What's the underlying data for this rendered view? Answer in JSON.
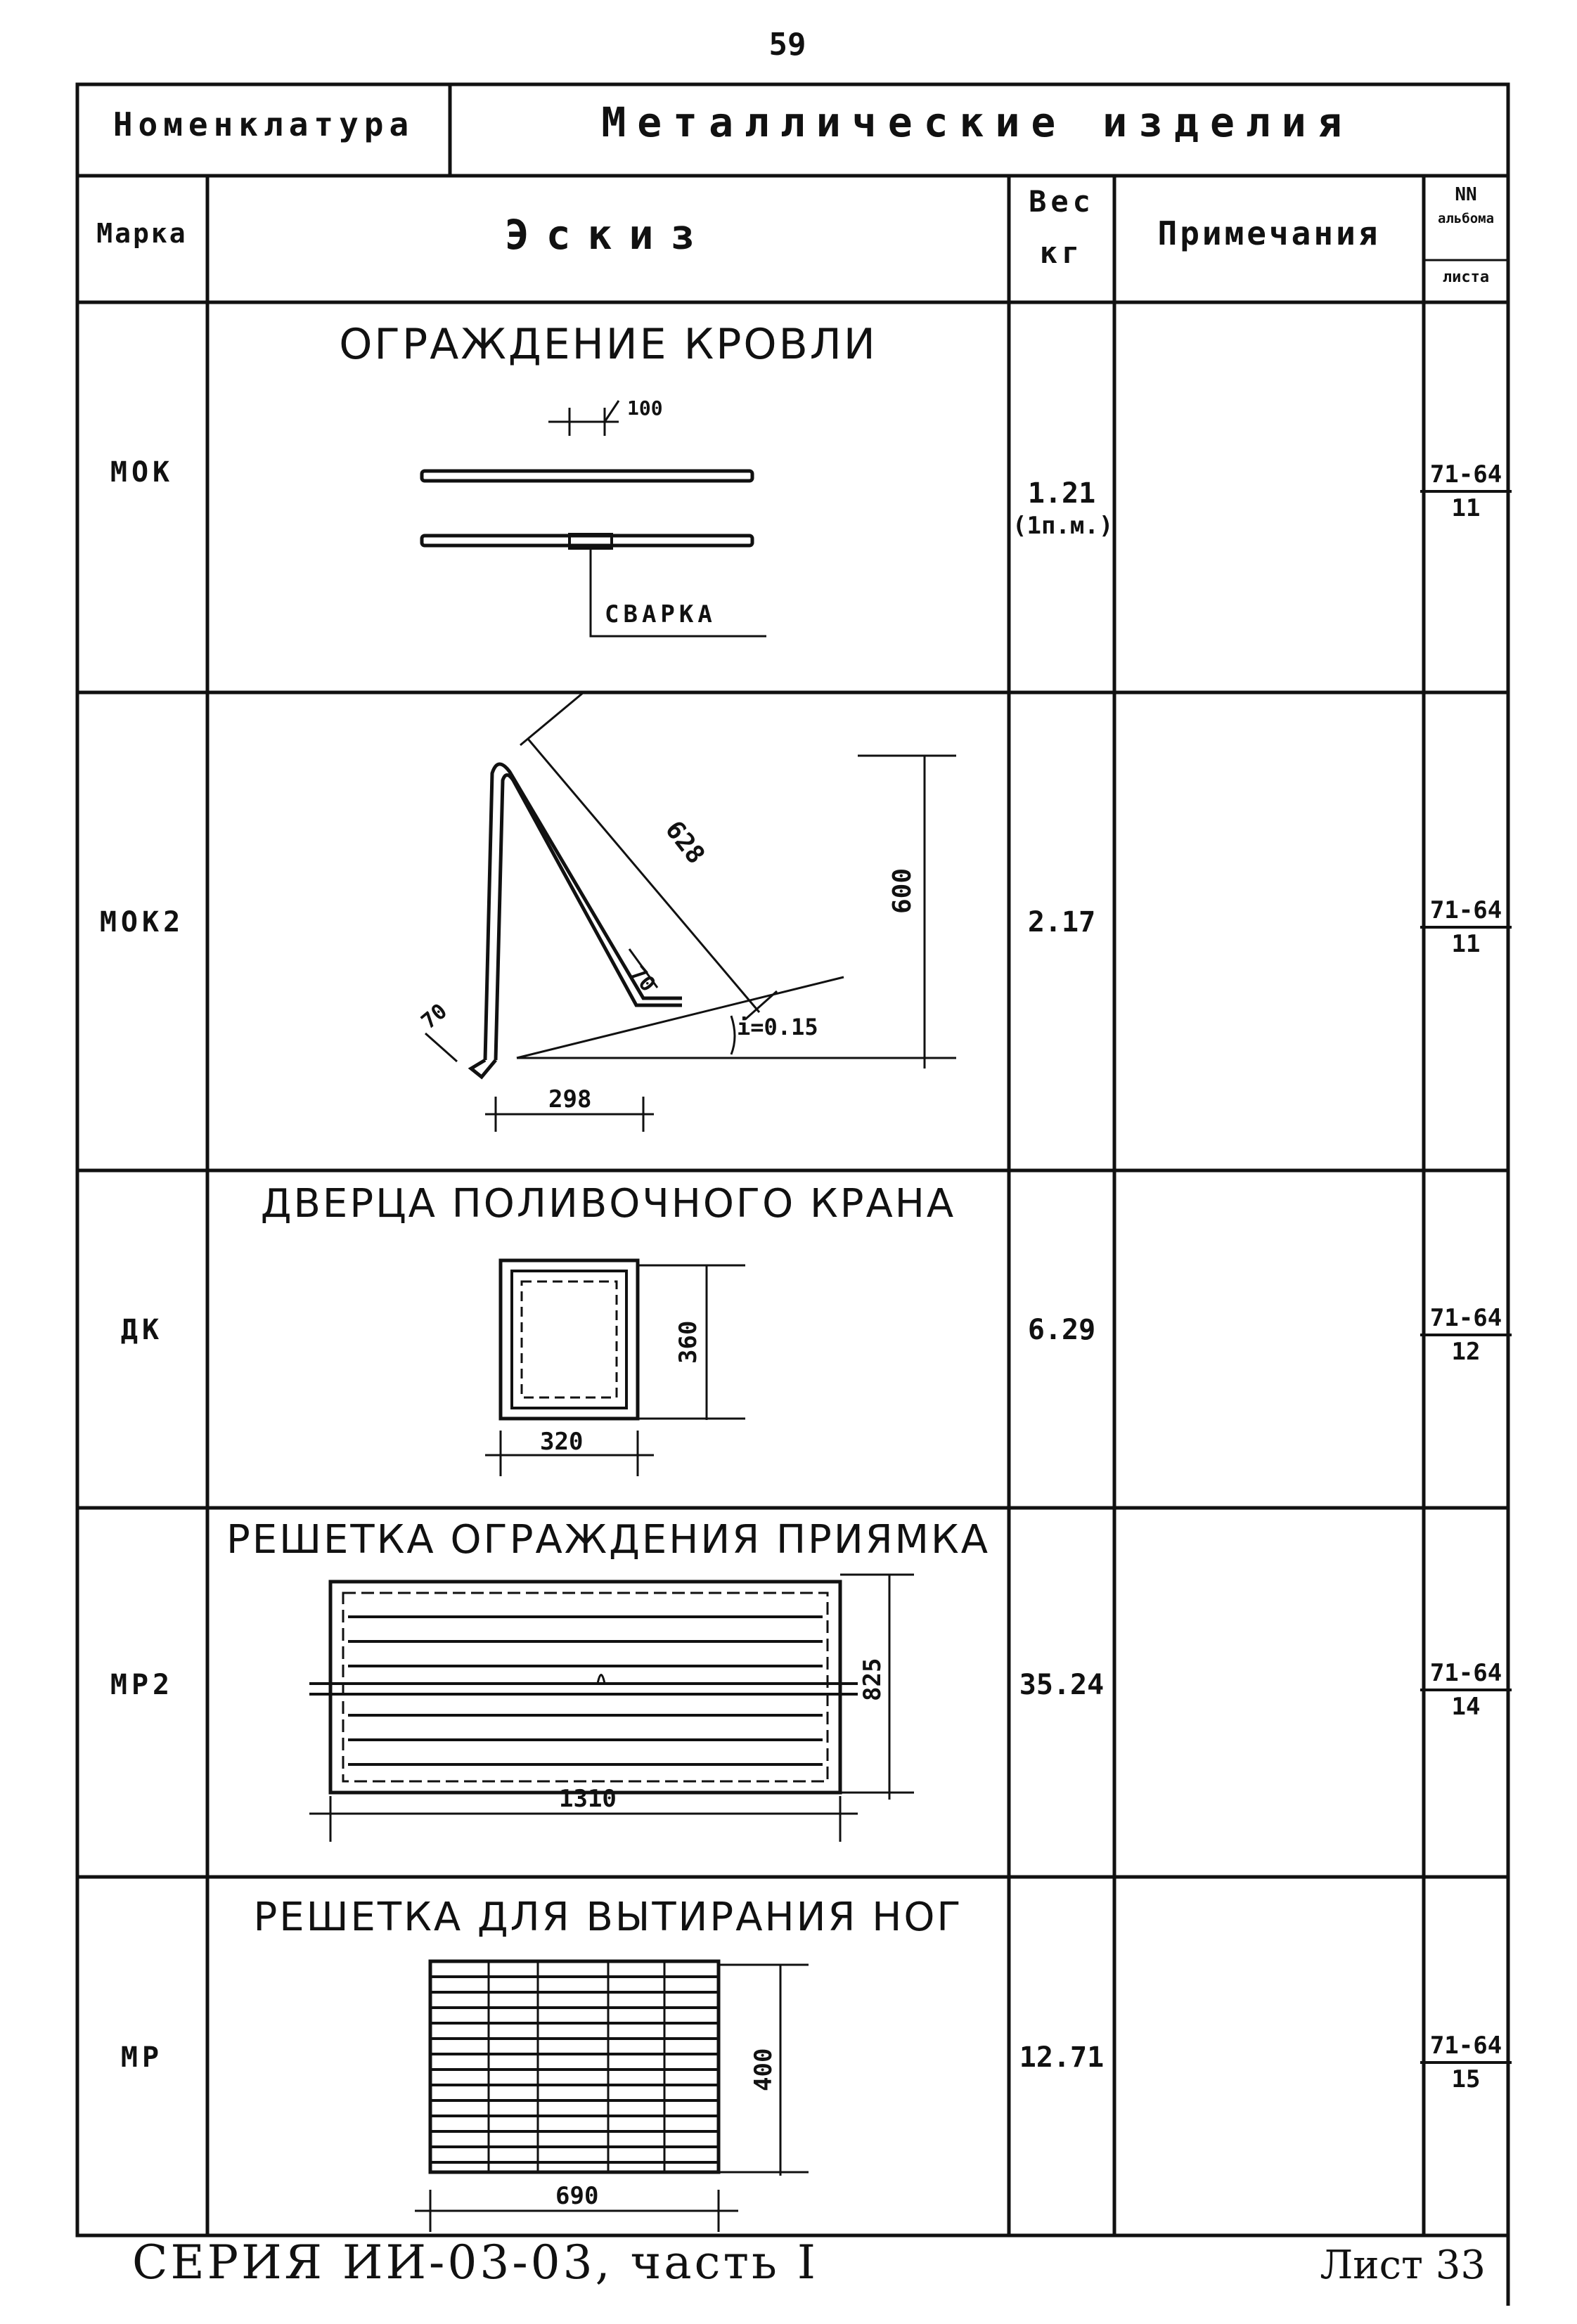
{
  "page_number": "59",
  "header": {
    "nomenclature_label": "Номенклатура",
    "section_title": "Металлические изделия"
  },
  "columns": {
    "mark": "Марка",
    "sketch": "Эскиз",
    "weight_line1": "Вес",
    "weight_line2": "кг",
    "notes": "Примечания",
    "ref_line1": "NN",
    "ref_line2": "альбома",
    "ref_line3": "листа"
  },
  "rows": [
    {
      "mark": "МОК",
      "title": "ОГРАЖДЕНИЕ КРОВЛИ",
      "weight": "1.21",
      "weight_unit": "(1п.м.)",
      "ref_top": "71-64",
      "ref_bottom": "11",
      "dims": {
        "d1": "100",
        "note": "СВАРКА"
      }
    },
    {
      "mark": "МОК2",
      "title": "",
      "weight": "2.17",
      "weight_unit": "",
      "ref_top": "71-64",
      "ref_bottom": "11",
      "dims": {
        "d1": "628",
        "d2": "600",
        "d3": "70",
        "d4": "70",
        "d5": "298",
        "slope": "i=0.15"
      }
    },
    {
      "mark": "ДК",
      "title": "ДВЕРЦА ПОЛИВОЧНОГО КРАНА",
      "weight": "6.29",
      "weight_unit": "",
      "ref_top": "71-64",
      "ref_bottom": "12",
      "dims": {
        "d1": "360",
        "d2": "320"
      }
    },
    {
      "mark": "МР2",
      "title": "РЕШЕТКА ОГРАЖДЕНИЯ ПРИЯМКА",
      "weight": "35.24",
      "weight_unit": "",
      "ref_top": "71-64",
      "ref_bottom": "14",
      "dims": {
        "d1": "825",
        "d2": "1310"
      }
    },
    {
      "mark": "МР",
      "title": "РЕШЕТКА ДЛЯ ВЫТИРАНИЯ НОГ",
      "weight": "12.71",
      "weight_unit": "",
      "ref_top": "71-64",
      "ref_bottom": "15",
      "dims": {
        "d1": "400",
        "d2": "690"
      }
    }
  ],
  "footer": {
    "series": "СЕРИЯ ИИ-03-03, часть I",
    "sheet": "Лист 33"
  }
}
